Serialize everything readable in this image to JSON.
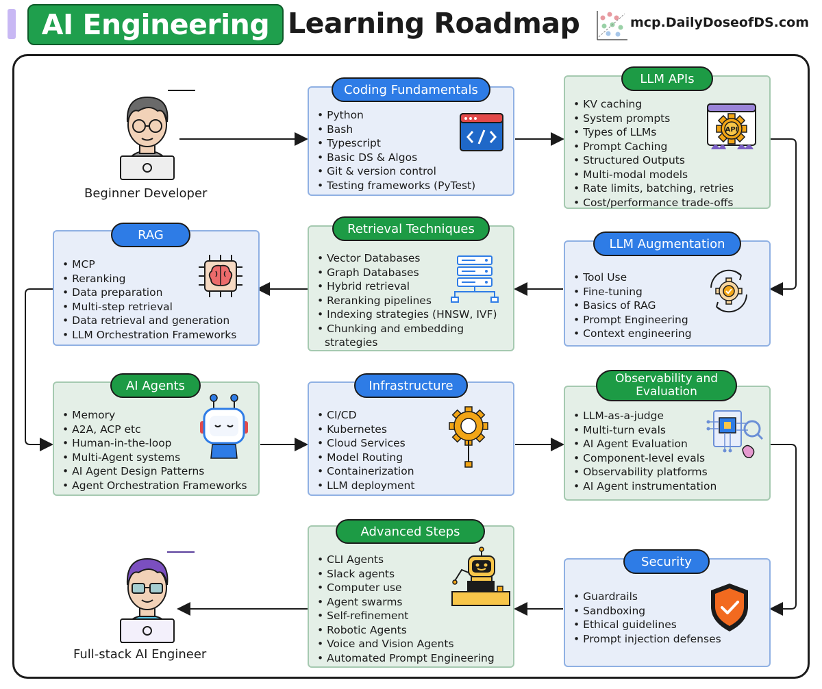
{
  "header": {
    "title_highlight": "AI Engineering",
    "title_rest": "Learning Roadmap",
    "site": "mcp.DailyDoseofDS.com"
  },
  "colors": {
    "blue_pill": "#2e7ce6",
    "green_pill": "#1d9b45",
    "blue_card": "#e8eef9",
    "green_card": "#e4efe7"
  },
  "start": {
    "label": "Beginner Developer",
    "icon": "developer-with-laptop-icon"
  },
  "end": {
    "label": "Full-stack AI Engineer",
    "icon": "engineer-with-laptop-icon"
  },
  "cards": {
    "coding": {
      "title": "Coding Fundamentals",
      "icon": "code-window-icon",
      "items": [
        "Python",
        "Bash",
        "Typescript",
        "Basic DS & Algos",
        "Git & version control",
        "Testing frameworks (PyTest)"
      ]
    },
    "llm_apis": {
      "title": "LLM APIs",
      "icon": "api-gear-icon",
      "items": [
        "KV caching",
        "System prompts",
        "Types of LLMs",
        "Prompt Caching",
        "Structured Outputs",
        "Multi-modal models",
        "Rate limits, batching, retries",
        "Cost/performance trade-offs"
      ]
    },
    "rag": {
      "title": "RAG",
      "icon": "brain-chip-icon",
      "items": [
        "MCP",
        "Reranking",
        "Data preparation",
        "Multi-step retrieval",
        "Data retrieval and generation",
        "LLM Orchestration Frameworks"
      ]
    },
    "retrieval": {
      "title": "Retrieval Techniques",
      "icon": "server-rack-icon",
      "items": [
        "Vector Databases",
        "Graph Databases",
        "Hybrid retrieval",
        "Reranking pipelines",
        "Indexing strategies (HNSW, IVF)",
        "Chunking and embedding strategies"
      ]
    },
    "augmentation": {
      "title": "LLM Augmentation",
      "icon": "cycle-gear-icon",
      "items": [
        "Tool Use",
        "Fine-tuning",
        "Basics of RAG",
        "Prompt Engineering",
        "Context engineering"
      ]
    },
    "agents": {
      "title": "AI Agents",
      "icon": "robot-icon",
      "items": [
        "Memory",
        "A2A, ACP etc",
        "Human-in-the-loop",
        "Multi-Agent systems",
        "AI Agent Design Patterns",
        "Agent Orchestration Frameworks"
      ]
    },
    "infra": {
      "title": "Infrastructure",
      "icon": "gear-plug-icon",
      "items": [
        "CI/CD",
        "Kubernetes",
        "Cloud Services",
        "Model Routing",
        "Containerization",
        "LLM deployment"
      ]
    },
    "observability": {
      "title": "Observability and Evaluation",
      "icon": "evaluation-document-icon",
      "items": [
        "LLM-as-a-judge",
        "Multi-turn evals",
        "AI Agent Evaluation",
        "Component-level evals",
        "Observability platforms",
        "AI Agent instrumentation"
      ]
    },
    "advanced": {
      "title": "Advanced Steps",
      "icon": "robot-laptop-icon",
      "items": [
        "CLI Agents",
        "Slack agents",
        "Computer use",
        "Agent swarms",
        "Self-refinement",
        "Robotic Agents",
        "Voice and Vision Agents",
        "Automated Prompt Engineering"
      ]
    },
    "security": {
      "title": "Security",
      "icon": "shield-check-icon",
      "items": [
        "Guardrails",
        "Sandboxing",
        "Ethical guidelines",
        "Prompt injection defenses"
      ]
    }
  }
}
